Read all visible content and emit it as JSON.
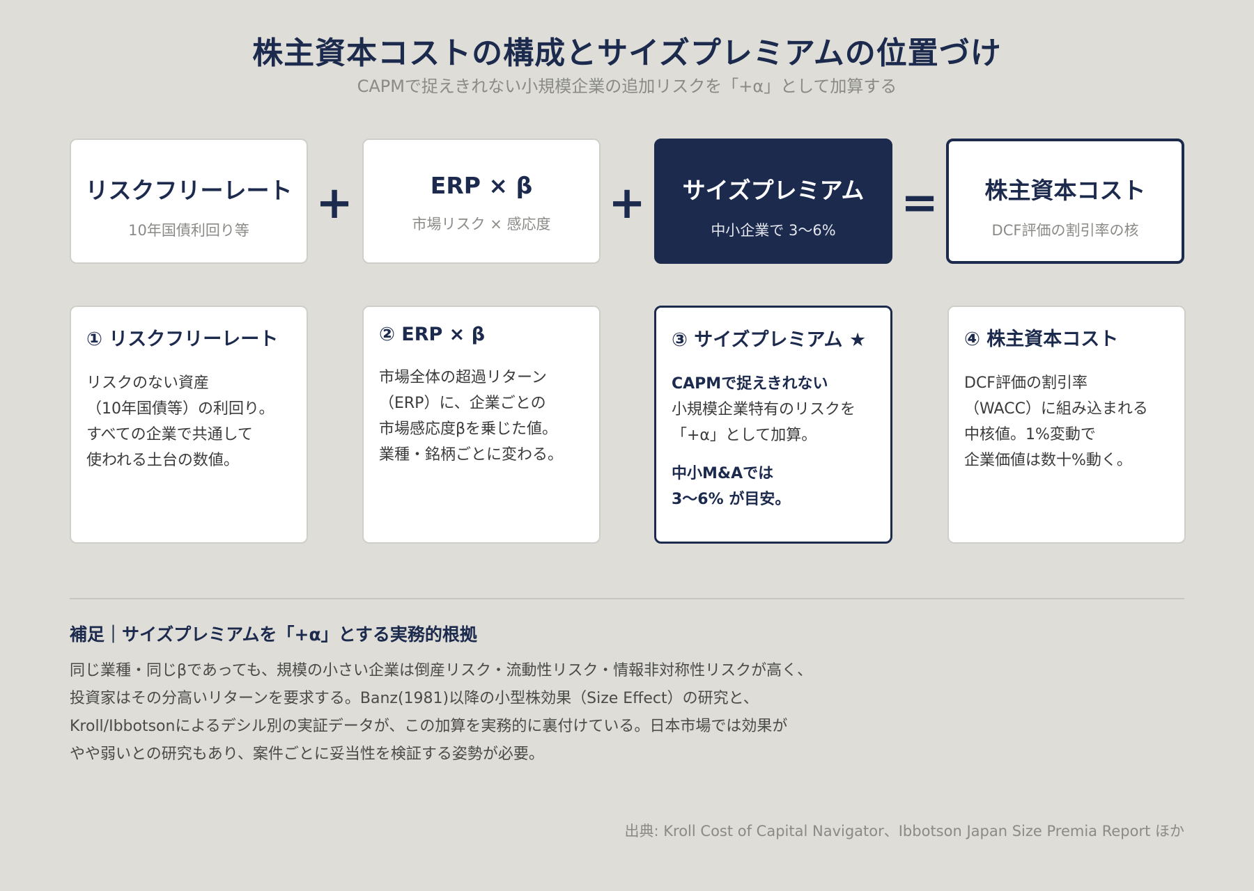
{
  "header": {
    "title": "株主資本コストの構成とサイズプレミアムの位置づけ",
    "subtitle": "CAPMで捉えきれない小規模企業の追加リスクを「+α」として加算する"
  },
  "equation": {
    "boxes": [
      {
        "title": "リスクフリーレート",
        "sub": "10年国債利回り等"
      },
      {
        "title": "ERP × β",
        "sub": "市場リスク × 感応度"
      },
      {
        "title": "サイズプレミアム",
        "sub": "中小企業で 3〜6%"
      },
      {
        "title": "株主資本コスト",
        "sub": "DCF評価の割引率の核"
      }
    ],
    "operators": [
      "+",
      "+",
      "="
    ]
  },
  "cards": [
    {
      "title": "① リスクフリーレート",
      "lines": [
        "リスクのない資産",
        "（10年国債等）の利回り。",
        "すべての企業で共通して",
        "使われる土台の数値。"
      ]
    },
    {
      "title": "② ERP × β",
      "lines": [
        "市場全体の超過リターン",
        "（ERP）に、企業ごとの",
        "市場感応度βを乗じた値。",
        "業種・銘柄ごとに変わる。"
      ]
    },
    {
      "title": "③ サイズプレミアム ★",
      "lead": "CAPMで捉えきれない",
      "lines": [
        "小規模企業特有のリスクを",
        "「+α」として加算。"
      ],
      "emphasis": [
        "中小M&Aでは",
        "3〜6% が目安。"
      ]
    },
    {
      "title": "④ 株主資本コスト",
      "lines": [
        "DCF評価の割引率",
        "（WACC）に組み込まれる",
        "中核値。1%変動で",
        "企業価値は数十%動く。"
      ]
    }
  ],
  "note": {
    "title": "補足｜サイズプレミアムを「+α」とする実務的根拠",
    "lines": [
      "同じ業種・同じβであっても、規模の小さい企業は倒産リスク・流動性リスク・情報非対称性リスクが高く、",
      "投資家はその分高いリターンを要求する。Banz(1981)以降の小型株効果（Size Effect）の研究と、",
      "Kroll/Ibbotsonによるデシル別の実証データが、この加算を実務的に裏付けている。日本市場では効果が",
      "やや弱いとの研究もあり、案件ごとに妥当性を検証する姿勢が必要。"
    ]
  },
  "source": "出典: Kroll Cost of Capital Navigator、Ibbotson Japan Size Premia Report ほか"
}
